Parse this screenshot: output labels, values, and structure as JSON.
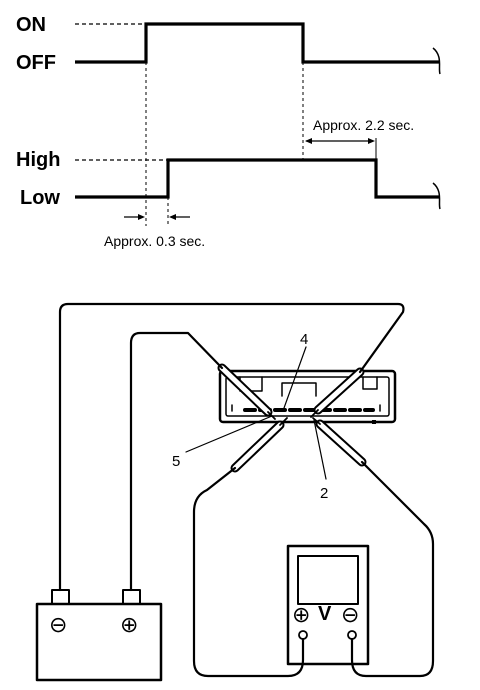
{
  "timing": {
    "on_label": "ON",
    "off_label": "OFF",
    "high_label": "High",
    "low_label": "Low",
    "delay_on": "Approx. 0.3 sec.",
    "delay_off": "Approx. 2.2 sec."
  },
  "wiring": {
    "terminal_4": "4",
    "terminal_5": "5",
    "terminal_2": "2",
    "battery_negative": "⊖",
    "battery_positive": "⊕",
    "meter_positive": "⊕",
    "meter_label": "V",
    "meter_negative": "⊖"
  }
}
